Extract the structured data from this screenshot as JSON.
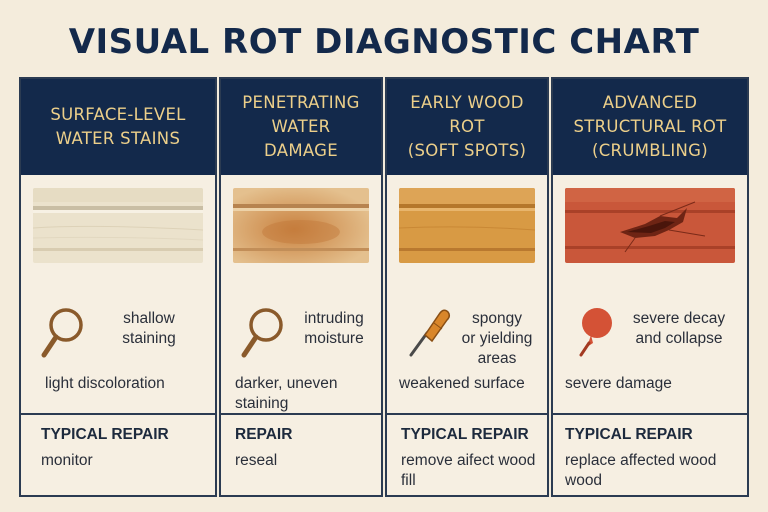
{
  "title": "VISUAL ROT DIAGNOSTIC CHART",
  "columns": [
    {
      "heading": "SURFACE-LEVEL\nWATER STAINS",
      "icon": "magnifying-glass-icon",
      "note": "shallow\nstaining",
      "summary": "light discoloration",
      "repair_label": "TYPICAL REPAIR",
      "repair": "monitor",
      "swatch_color": "#ebe2cc"
    },
    {
      "heading": "PENETRATING\nWATER\nDAMAGE",
      "icon": "magnifying-glass-icon",
      "note": "intruding\nmoisture",
      "summary": "darker, uneven staining",
      "repair_label": "REPAIR",
      "repair": "reseal",
      "swatch_color": "#d7a266"
    },
    {
      "heading": "EARLY WOOD\nROT\n(SOFT SPOTS)",
      "icon": "screwdriver-icon",
      "note": "spongy\nor yielding\nareas",
      "summary": "weakened surface",
      "repair_label": "TYPICAL REPAIR",
      "repair": "remove aifect wood  fill",
      "swatch_color": "#d89a44"
    },
    {
      "heading": "ADVANCED\nSTRUCTURAL ROT\n(CRUMBLING)",
      "icon": "pin-icon",
      "note": "severe decay\nand collapse",
      "summary": "severe damage",
      "repair_label": "TYPICAL REPAIR",
      "repair": "replace affected wood wood",
      "swatch_color": "#c9573a"
    }
  ],
  "colors": {
    "header_bg": "#13294b",
    "header_text": "#eccf8a",
    "background": "#f4ecdc",
    "accent_brown": "#8a5a2b",
    "accent_orange": "#d9862a",
    "accent_red": "#d45236"
  }
}
